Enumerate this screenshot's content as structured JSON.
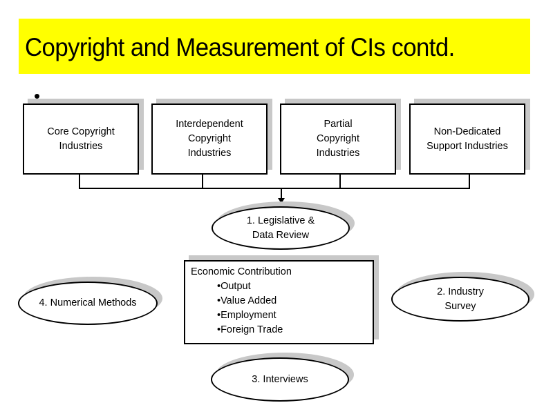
{
  "title": "Copyright and Measurement of CIs contd.",
  "bullet": "•",
  "industries": [
    {
      "label": "Core Copyright\nIndustries"
    },
    {
      "label": "Interdependent\nCopyright\nIndustries"
    },
    {
      "label": "Partial\nCopyright\nIndustries"
    },
    {
      "label": "Non-Dedicated\nSupport Industries"
    }
  ],
  "methods": {
    "legislative": "1. Legislative &\nData Review",
    "survey": "2. Industry\nSurvey",
    "interviews": "3. Interviews",
    "numerical": "4. Numerical Methods"
  },
  "economic_contribution": {
    "heading": "Economic Contribution",
    "items": [
      "•Output",
      "•Value Added",
      "•Employment",
      "•Foreign Trade"
    ]
  },
  "colors": {
    "title_background": "#ffff00",
    "shadow": "#c8c8c8",
    "stroke": "#000000"
  }
}
